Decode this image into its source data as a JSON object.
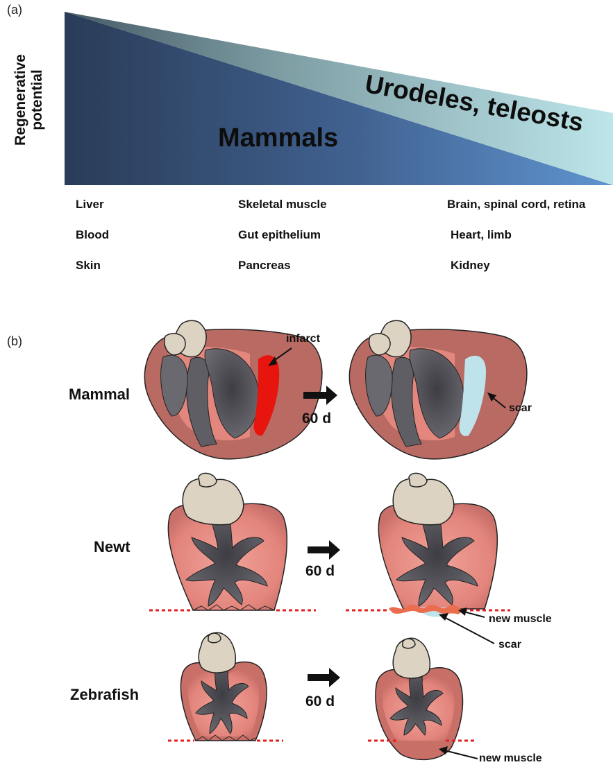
{
  "panel_a": {
    "label": "(a)",
    "y_axis_label_line1": "Regenerative",
    "y_axis_label_line2": "potential",
    "group_mammals": "Mammals",
    "group_urodeles": "Urodeles, teleosts",
    "tissues": {
      "col1": [
        "Liver",
        "Blood",
        "Skin"
      ],
      "col2": [
        "Skeletal muscle",
        "Gut epithelium",
        "Pancreas"
      ],
      "col3": [
        "Brain, spinal cord, retina",
        "Heart, limb",
        "Kidney"
      ]
    }
  },
  "panel_b": {
    "label": "(b)",
    "rows": [
      {
        "species": "Mammal",
        "interval": "60 d",
        "annotations": [
          "infarct",
          "scar"
        ]
      },
      {
        "species": "Newt",
        "interval": "60 d",
        "annotations": [
          "new muscle",
          "scar"
        ]
      },
      {
        "species": "Zebrafish",
        "interval": "60 d",
        "annotations": [
          "new muscle"
        ]
      }
    ]
  },
  "colors": {
    "mammal_gradient_dark": "#2a3c57",
    "mammal_gradient_light": "#5f94cf",
    "urodele_gradient_dark": "#5d7a82",
    "urodele_gradient_light": "#b9e4e8",
    "myocardium_dark": "#b86a63",
    "myocardium_light": "#e78f88",
    "chamber": "#5d5b61",
    "atrium": "#ddd3c2",
    "infarct": "#e8140e",
    "scar": "#bfe3ea",
    "new_muscle": "#ea6e4e",
    "amputation_line": "#e02020"
  }
}
